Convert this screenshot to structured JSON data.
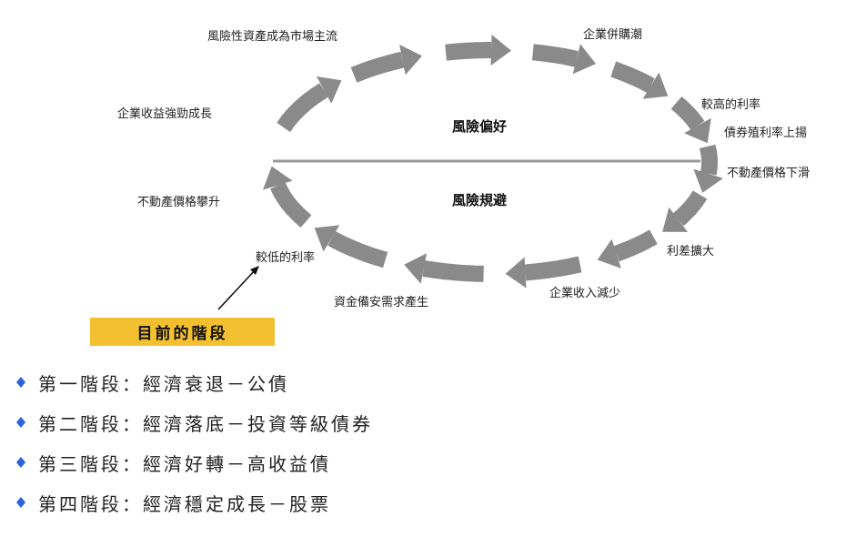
{
  "diagram": {
    "cycle_labels": {
      "top": "風險性資產成為市場主流",
      "merger": "企業併購潮",
      "higher_rate": "較高的利率",
      "bond_rate_up": "債券殖利率上揚",
      "property_down": "不動產價格下滑",
      "spread_widen": "利差擴大",
      "revenue_down": "企業收入減少",
      "hedge_demand": "資金備安需求產生",
      "lower_rate": "較低的利率",
      "property_up": "不動產價格攀升",
      "earnings_growth": "企業收益強勁成長"
    },
    "center_top": "風險偏好",
    "center_bottom": "風險規避",
    "current_stage": "目前的階段"
  },
  "stages": [
    "第一階段：經濟衰退－公債",
    "第二階段：經濟落底－投資等級債券",
    "第三階段：經濟好轉－高收益債",
    "第四階段：經濟穩定成長－股票"
  ],
  "colors": {
    "arrow": "#8a8a8a",
    "highlight": "#f2c030",
    "bullet": "#2b63d9"
  }
}
